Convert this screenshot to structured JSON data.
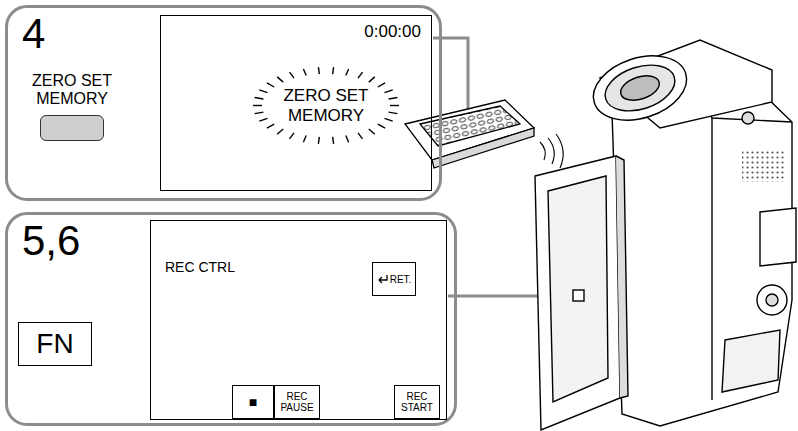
{
  "diagram": {
    "nodes": [
      {
        "text": [
          "4"
        ]
      },
      {
        "text": [
          "ZERO SET MEMORY"
        ],
        "in": 0
      },
      {
        "text": [
          "0:00:00",
          "ZERO SET MEMORY"
        ],
        "in": 0
      },
      {
        "text": [
          "5,6"
        ]
      },
      {
        "text": [
          "FN"
        ],
        "in": 3
      },
      {
        "text": [
          "REC CTRL"
        ],
        "in": 3
      },
      {
        "text": [
          "RET."
        ],
        "in": 5
      },
      {
        "text": [
          "■"
        ],
        "in": 5
      },
      {
        "text": [
          "REC PAUSE"
        ],
        "in": 5
      },
      {
        "text": [
          "REC START"
        ],
        "in": 5
      }
    ]
  }
}
